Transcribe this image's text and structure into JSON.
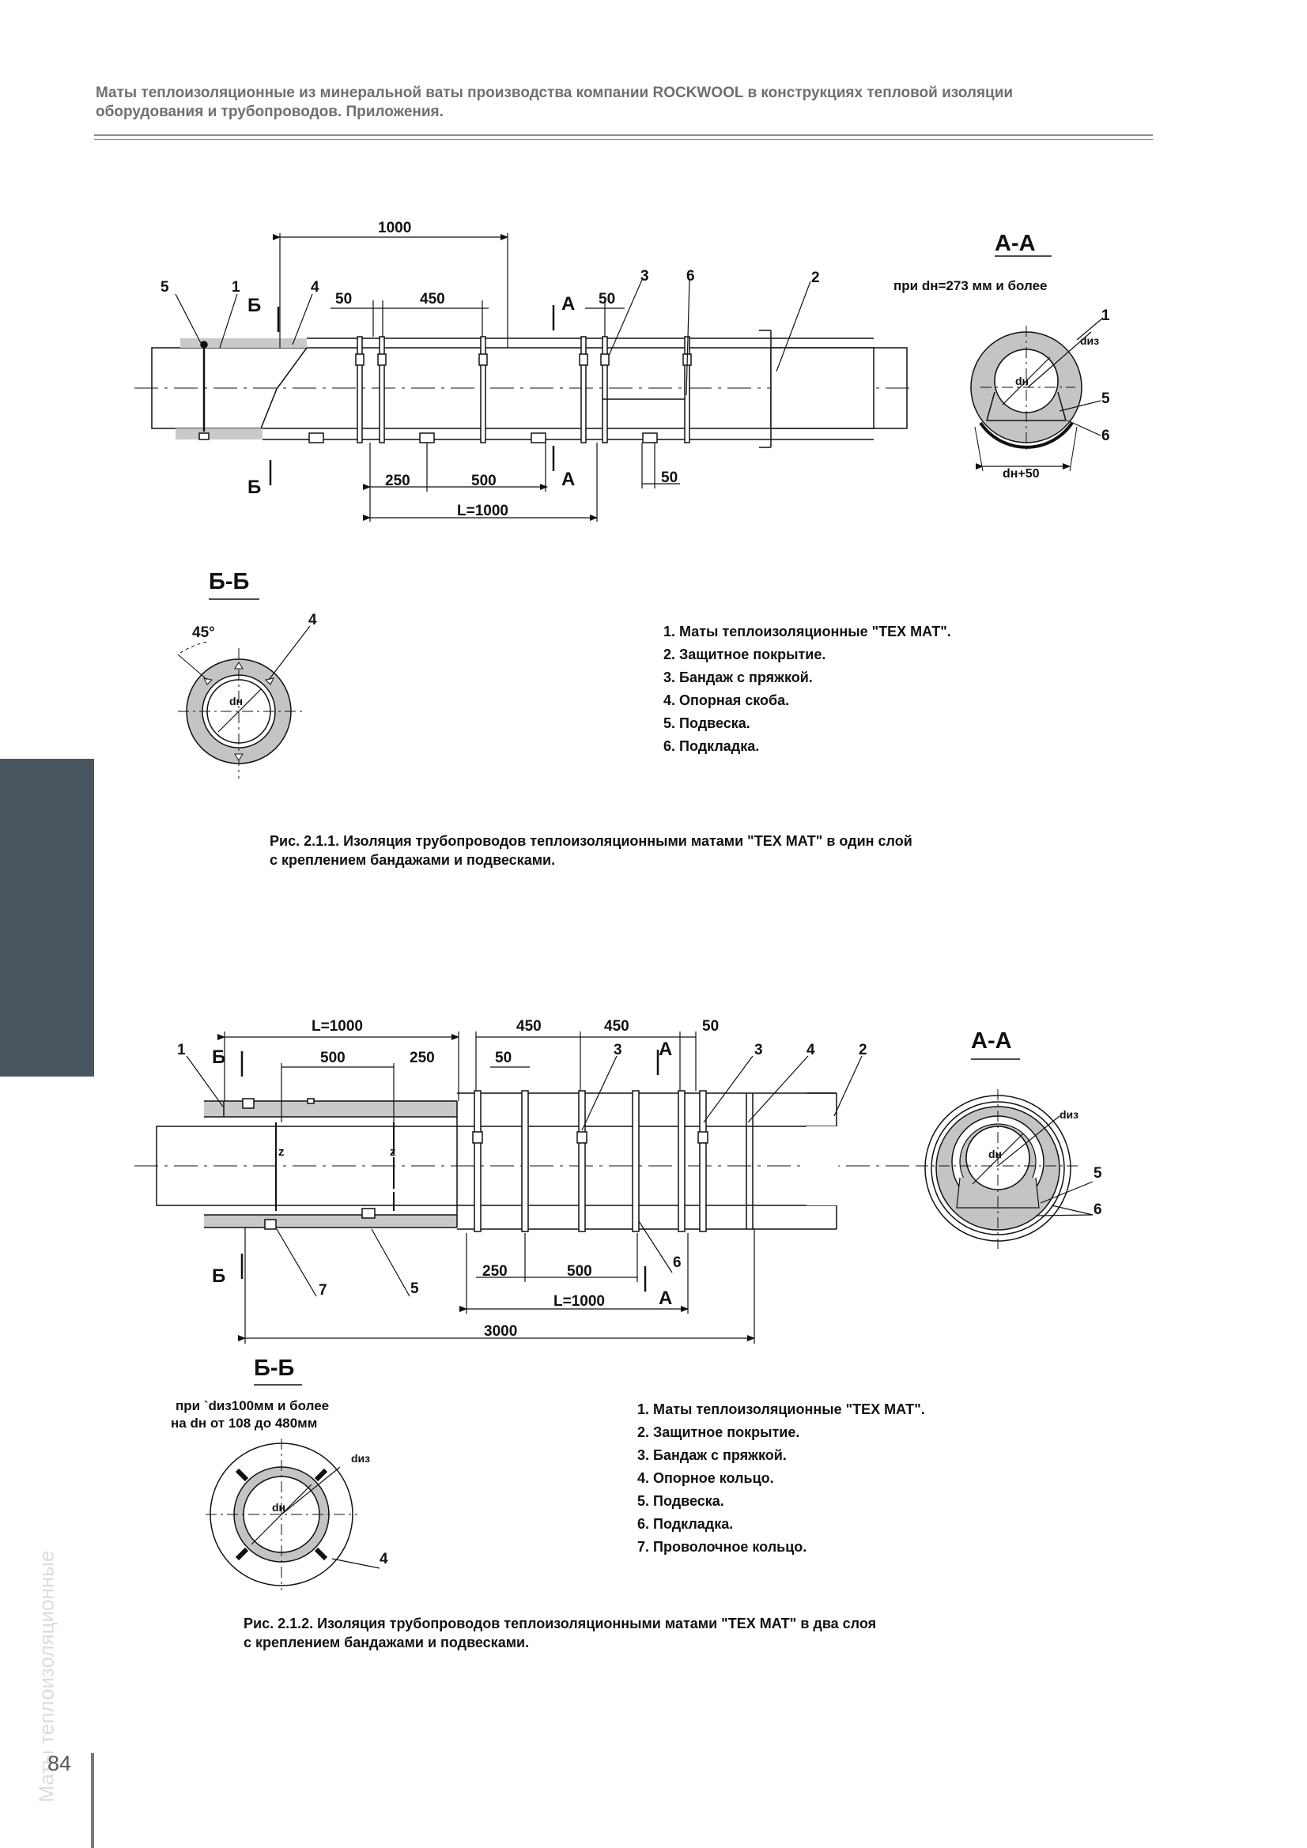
{
  "header": {
    "line1": "Маты теплоизоляционные из минеральной ваты производства компании ROCKWOOL в конструкциях тепловой изоляции",
    "line2": "оборудования и трубопроводов. Приложения."
  },
  "side_tab": {
    "label": "Маты теплоизоляционные",
    "color": "#4a565f"
  },
  "page_number": "84",
  "fig1": {
    "dims": {
      "d1000": "1000",
      "d50a": "50",
      "d450": "450",
      "d50b": "50",
      "d250": "250",
      "d500": "500",
      "d50c": "50",
      "L": "L=1000"
    },
    "markers": {
      "b": "Б",
      "a": "А"
    },
    "callouts": {
      "c5": "5",
      "c1": "1",
      "c4": "4",
      "c3": "3",
      "c6": "6",
      "c2": "2"
    },
    "section_aa": {
      "title": "А-А",
      "note": "при dн=273 мм и более",
      "c1": "1",
      "c5": "5",
      "c6": "6",
      "diz": "dиз",
      "dn": "dн",
      "dn50": "dн+50"
    },
    "section_bb": {
      "title": "Б-Б",
      "angle": "45°",
      "c4": "4",
      "dn": "dн"
    },
    "legend": [
      "1. Маты теплоизоляционные \"ТЕХ МАТ\".",
      "2. Защитное покрытие.",
      "3. Бандаж с пряжкой.",
      "4. Опорная скоба.",
      "5. Подвеска.",
      "6. Подкладка."
    ],
    "caption1": "Рис. 2.1.1. Изоляция трубопроводов теплоизоляционными матами \"ТЕХ МАТ\" в один слой",
    "caption2": "с креплением бандажами и подвесками."
  },
  "fig2": {
    "dims": {
      "L": "L=1000",
      "d500": "500",
      "d250": "250",
      "d450a": "450",
      "d450b": "450",
      "d50a": "50",
      "d50b": "50",
      "d250b": "250",
      "d500b": "500",
      "L2": "L=1000",
      "d3000": "3000"
    },
    "markers": {
      "b": "Б",
      "a": "А",
      "z": "z"
    },
    "callouts": {
      "c1": "1",
      "c3a": "3",
      "c3b": "3",
      "c4": "4",
      "c2": "2",
      "c6": "6",
      "c7": "7",
      "c5": "5"
    },
    "section_aa": {
      "title": "А-А",
      "c5": "5",
      "c6": "6",
      "diz": "dиз",
      "dn": "dн"
    },
    "section_bb": {
      "title": "Б-Б",
      "note1": "при `dиз100мм и более",
      "note2": "на dн от 108 до 480мм",
      "c4": "4",
      "diz": "dиз",
      "dn": "dн"
    },
    "legend": [
      "1. Маты теплоизоляционные \"ТЕХ МАТ\".",
      "2. Защитное покрытие.",
      "3. Бандаж с пряжкой.",
      "4. Опорное кольцо.",
      "5. Подвеска.",
      "6. Подкладка.",
      "7. Проволочное кольцо."
    ],
    "caption1": "Рис. 2.1.2.  Изоляция трубопроводов теплоизоляционными матами \"ТЕХ МАТ\" в два слоя",
    "caption2": "с креплением бандажами и подвесками."
  }
}
